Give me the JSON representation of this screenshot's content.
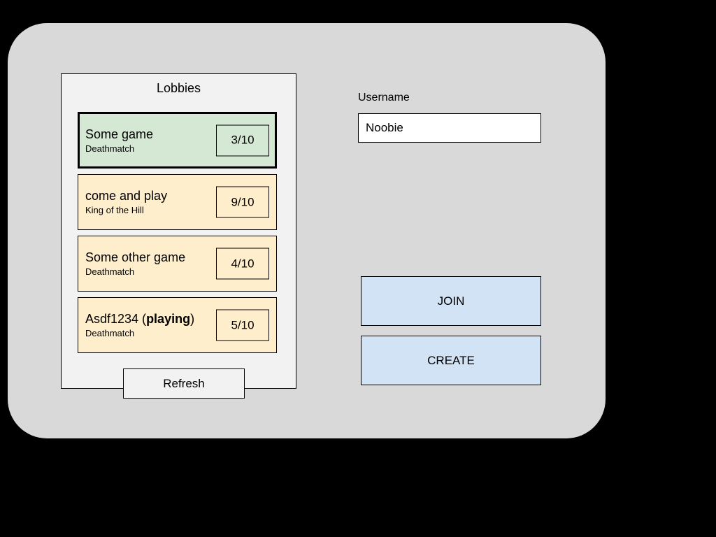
{
  "window": {
    "background_color": "#d9d9d9",
    "page_background_color": "#000000"
  },
  "lobbies_panel": {
    "title": "Lobbies",
    "background_color": "#f2f2f2",
    "border_color": "#000000",
    "refresh_label": "Refresh",
    "selected_color": "#d5e8d4",
    "unselected_color": "#ffeecc",
    "lobbies": [
      {
        "name": "Some game",
        "name_prefix": "Some game",
        "name_bold": "",
        "name_suffix": "",
        "mode": "Deathmatch",
        "count": "3/10",
        "selected": true
      },
      {
        "name": "come and play",
        "name_prefix": "come and play",
        "name_bold": "",
        "name_suffix": "",
        "mode": "King of the Hill",
        "count": "9/10",
        "selected": false
      },
      {
        "name": "Some other game",
        "name_prefix": "Some other game",
        "name_bold": "",
        "name_suffix": "",
        "mode": "Deathmatch",
        "count": "4/10",
        "selected": false
      },
      {
        "name": "Asdf1234 (playing)",
        "name_prefix": "Asdf1234 (",
        "name_bold": "playing",
        "name_suffix": ")",
        "mode": "Deathmatch",
        "count": "5/10",
        "selected": false
      }
    ]
  },
  "sidebar": {
    "username_label": "Username",
    "username_value": "Noobie",
    "username_placeholder": "Username",
    "join_label": "JOIN",
    "create_label": "CREATE",
    "button_color": "#d2e3f5"
  }
}
